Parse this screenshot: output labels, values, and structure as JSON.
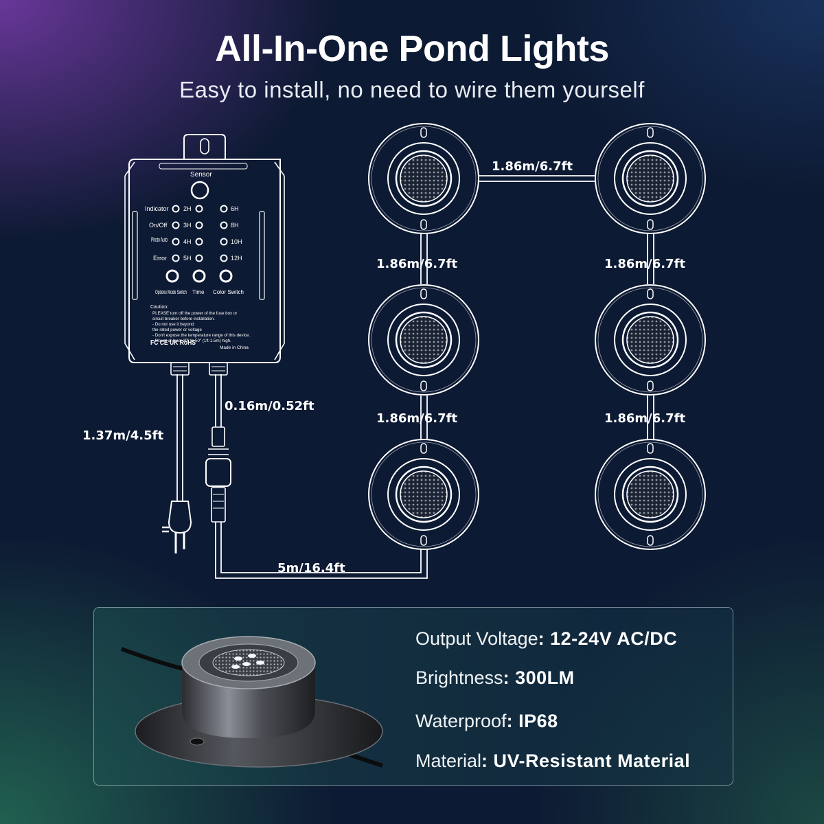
{
  "header": {
    "title": "All-In-One Pond Lights",
    "subtitle": "Easy to install, no need to wire them yourself"
  },
  "controller": {
    "sensor_label": "Sensor",
    "row_labels": [
      "Indicator",
      "On/Off",
      "Photo Auto",
      "Error"
    ],
    "timer_left": [
      "2H",
      "3H",
      "4H",
      "5H"
    ],
    "timer_right": [
      "6H",
      "8H",
      "10H",
      "12H"
    ],
    "buttons": [
      "Options Mode Switch",
      "Time",
      "Color Switch"
    ],
    "caution_title": "Caution:",
    "caution_lines": [
      "PLEASE turn off the power of the fuse box or",
      "circuit breaker before installation.",
      "- Do not use it beyond",
      "  the rated power or voltage",
      "- Don't expose the temperature range of this device.",
      "- Mount at least 30\" to 50\" (1ft-1.5m) high."
    ],
    "made_in": "Made in China",
    "cert_marks": "FC CE UK RoHS"
  },
  "cables": {
    "power_cord": "1.37m/4.5ft",
    "lead_cable": "0.16m/0.52ft",
    "extension_cable": "5m/16.4ft",
    "light_spacing_top": "1.86m/6.7ft",
    "light_spacing_left_1": "1.86m/6.7ft",
    "light_spacing_right_1": "1.86m/6.7ft",
    "light_spacing_left_2": "1.86m/6.7ft",
    "light_spacing_right_2": "1.86m/6.7ft"
  },
  "specs": [
    {
      "label": "Output Voltage",
      "value": "12-24V AC/DC"
    },
    {
      "label": "Brightness",
      "value": "300LM"
    },
    {
      "label": "Waterproof",
      "value": "IP68"
    },
    {
      "label": "Material",
      "value": "UV-Resistant Material"
    }
  ],
  "colors": {
    "background": "#0d1a33",
    "accent_purple": "#7a3caa",
    "accent_green": "#2f7a5a",
    "line": "#ffffff"
  }
}
